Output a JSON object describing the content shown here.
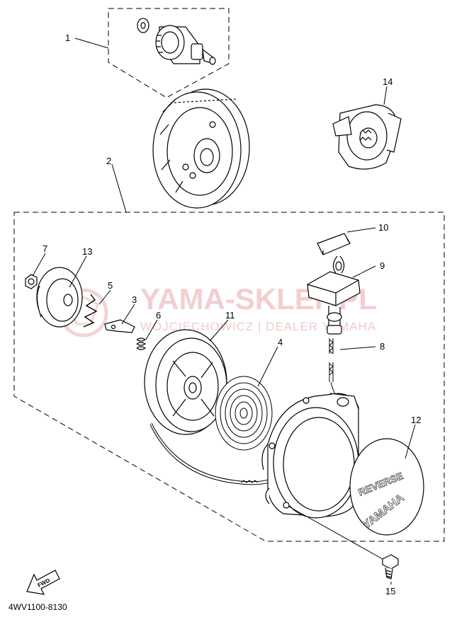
{
  "diagram": {
    "part_code": "4WV1100-8130",
    "watermark": {
      "title": "YAMA-SKLEP.PL",
      "subtitle": "WOJCIECHOWICZ | DEALER YAMAHA"
    },
    "fwd_label": "FWD",
    "cover_text": {
      "reverse": "REVERSE",
      "brand": "YAMAHA"
    },
    "callouts": [
      {
        "id": "1",
        "label": "1"
      },
      {
        "id": "2",
        "label": "2"
      },
      {
        "id": "3",
        "label": "3"
      },
      {
        "id": "4",
        "label": "4"
      },
      {
        "id": "5",
        "label": "5"
      },
      {
        "id": "6",
        "label": "6"
      },
      {
        "id": "7",
        "label": "7"
      },
      {
        "id": "8",
        "label": "8"
      },
      {
        "id": "9",
        "label": "9"
      },
      {
        "id": "10",
        "label": "10"
      },
      {
        "id": "11",
        "label": "11"
      },
      {
        "id": "12",
        "label": "12"
      },
      {
        "id": "13",
        "label": "13"
      },
      {
        "id": "14",
        "label": "14"
      },
      {
        "id": "15",
        "label": "15"
      }
    ]
  }
}
